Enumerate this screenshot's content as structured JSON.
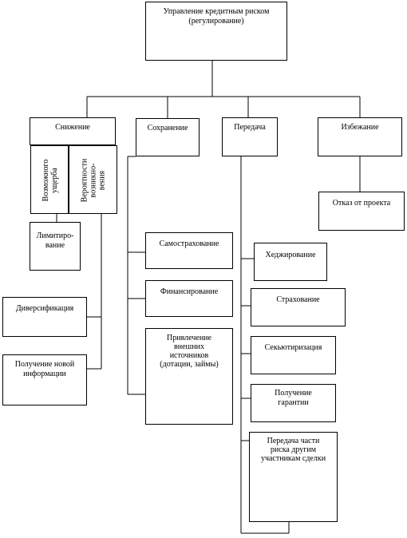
{
  "root": {
    "label": "Управление кредитным риском\n(регулирование)"
  },
  "categories": {
    "reduction": {
      "label": "Снижение"
    },
    "retention": {
      "label": "Сохранение"
    },
    "transfer": {
      "label": "Передача"
    },
    "avoidance": {
      "label": "Избежание"
    }
  },
  "reduction_sub": {
    "damage": {
      "label": "Возможного\nущерба"
    },
    "probability": {
      "label": "Вероятности\nвозникно-\nвения"
    }
  },
  "reduction_items": {
    "limiting": {
      "label": "Лимитиро-\nвание"
    },
    "diversification": {
      "label": "Диверсификация"
    },
    "new_info": {
      "label": "Получение новой\nинформации"
    }
  },
  "retention_items": {
    "self_insurance": {
      "label": "Самострахование"
    },
    "financing": {
      "label": "Финансирование"
    },
    "external": {
      "label": "Привлечение\nвнешних\nисточников\n(дотации, займы)"
    }
  },
  "transfer_items": {
    "hedging": {
      "label": "Хеджирование"
    },
    "insurance": {
      "label": "Страхование"
    },
    "securitization": {
      "label": "Секьютиризация"
    },
    "guarantee": {
      "label": "Получение\nгарантии"
    },
    "partial": {
      "label": "Передача части\nриска другим\nучастникам сделки"
    }
  },
  "avoidance_items": {
    "project_refusal": {
      "label": "Отказ от проекта"
    }
  }
}
